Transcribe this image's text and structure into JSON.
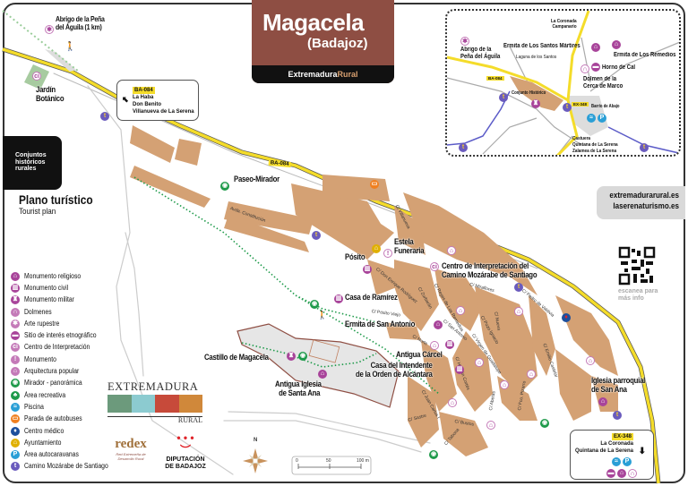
{
  "header": {
    "title": "Magacela",
    "subtitle": "(Badajoz)",
    "brand_a": "Extremadura",
    "brand_b": "Rural"
  },
  "side": {
    "box_text": [
      "Conjuntos",
      "históricos",
      "rurales"
    ],
    "plan_title": "Plano turístico",
    "plan_subtitle": "Tourist plan"
  },
  "web": {
    "links": [
      "extremadurarural.es",
      "laserenaturismo.es"
    ],
    "qr_caption": [
      "escanea para",
      "más info"
    ]
  },
  "signs": {
    "ba084": {
      "road": "BA-084",
      "lines": [
        "La Haba",
        "Don Benito",
        "Villanueva de La Serena"
      ]
    },
    "ex348": {
      "road": "EX-348",
      "lines": [
        "La Coronada",
        "Quintana de La Serena"
      ]
    }
  },
  "map_labels": {
    "abrigo": [
      "Abrigo de la Peña",
      "del Águila (1 km)"
    ],
    "jardin": [
      "Jardín",
      "Botánico"
    ],
    "paseo": "Paseo-Mirador",
    "road_top": "BA-084",
    "estela": [
      "Estela",
      "Funeraria"
    ],
    "posito": "Pósito",
    "centro": [
      "Centro de Interpretación del",
      "Camino Mozárabe de Santiago"
    ],
    "ramirez": "Casa de Ramírez",
    "san_antonio": "Ermita de San Antonio",
    "carcel": "Antigua Cárcel",
    "intendente": [
      "Casa del Intendente",
      "de la Orden de Alcántara"
    ],
    "castillo": "Castillo de Magacela",
    "antigua_iglesia": [
      "Antigua Iglesia",
      "de Santa Ana"
    ],
    "parroquial": [
      "Iglesia parroquial",
      "de San Ana"
    ]
  },
  "streets": [
    "Avda. Constitución",
    "C/ Villanueva",
    "C/ Don Enrique Rodríguez",
    "C/ Zurbarán",
    "C/ Reyes de Los Remedios",
    "C/ Miraflores",
    "C/ Pedro de Valdivia",
    "C/ Pósito Viejo",
    "C/ San Antonio",
    "C/ Norte",
    "C/ Virgen de Guadalupe",
    "C/ Pozo Ignacio",
    "C/ Nueva",
    "C/ Emilio Castelar",
    "C/ Hernán Cortés",
    "C/ Juan Carlos I",
    "C/ Abetas",
    "C/ Fco. Pizarro",
    "C/ Sastre",
    "C/ Bustos",
    "C/ Tabona"
  ],
  "scale": {
    "ticks": [
      "0",
      "50",
      "100 m"
    ],
    "north": "N"
  },
  "inset": {
    "coronada": [
      "La Coronada",
      "Campanario"
    ],
    "abrigo": [
      "Abrigo de la",
      "Peña del Águila"
    ],
    "martires": "Ermita de Los Santos Mártires",
    "laguna": "Laguna de los Santos",
    "remedios": "Ermita de Los Remedios",
    "horno": "Horno de Cal",
    "dolmen": [
      "Dolmen de la",
      "Cerca de Marco"
    ],
    "ba084": "BA-084",
    "ex348": "EX-348",
    "conjunto": "Conjunto Histórico",
    "barrio": "Barrio de Abajo",
    "sur": [
      "Castuera",
      "Quintana de La Serena",
      "Zalamea de La Serena"
    ]
  },
  "legend": [
    {
      "label": "Monumento religioso",
      "icon": "church-icon",
      "color": "#a8449a"
    },
    {
      "label": "Monumento civil",
      "icon": "civil-building-icon",
      "color": "#a8449a"
    },
    {
      "label": "Monumento militar",
      "icon": "castle-icon",
      "color": "#a8449a"
    },
    {
      "label": "Dolmenes",
      "icon": "dolmen-icon",
      "color": "#c47ab8"
    },
    {
      "label": "Arte rupestre",
      "icon": "rock-art-icon",
      "color": "#c47ab8"
    },
    {
      "label": "Sitio de interés etnográfico",
      "icon": "ethnographic-icon",
      "color": "#a8449a"
    },
    {
      "label": "Centro de Interpretación",
      "icon": "interpretation-center-icon",
      "color": "#c47ab8"
    },
    {
      "label": "Monumento",
      "icon": "monument-icon",
      "color": "#c47ab8"
    },
    {
      "label": "Arquitectura popular",
      "icon": "popular-architecture-icon",
      "color": "#c47ab8"
    },
    {
      "label": "Mirador - panorámica",
      "icon": "viewpoint-icon",
      "color": "#1e9a4a"
    },
    {
      "label": "Área recreativa",
      "icon": "recreation-area-icon",
      "color": "#1e9a4a"
    },
    {
      "label": "Piscina",
      "icon": "pool-icon",
      "color": "#2a9fd6"
    },
    {
      "label": "Parada de autobuses",
      "icon": "bus-stop-icon",
      "color": "#f08020"
    },
    {
      "label": "Centro médico",
      "icon": "medical-center-icon",
      "color": "#1d4f9c"
    },
    {
      "label": "Ayuntamiento",
      "icon": "town-hall-icon",
      "color": "#e0b000"
    },
    {
      "label": "Área autocaravanas",
      "icon": "camper-area-icon",
      "color": "#2a9fd6"
    },
    {
      "label": "Camino Mozárabe de Santiago",
      "icon": "camino-santiago-icon",
      "color": "#6a5bbd"
    }
  ],
  "logos": {
    "extremadura": [
      "EXTREMADURA",
      "RURAL"
    ],
    "redex": [
      "redex",
      "Red Extremeña de",
      "Desarrollo Rural"
    ],
    "diputacion": [
      "DIPUTACIÓN",
      "DE BADAJOZ"
    ]
  },
  "colors": {
    "blocks": "#d4a174",
    "road": "#f4dc2a",
    "title": "#8e4e43",
    "trail": "#1e9a4a"
  }
}
